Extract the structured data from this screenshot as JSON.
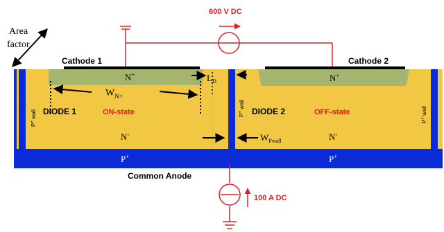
{
  "labels": {
    "area_factor_line1": "Area",
    "area_factor_line2": "factor",
    "voltage_source": "600 V DC",
    "current_source": "100 A DC",
    "cathode1": "Cathode 1",
    "cathode2": "Cathode 2",
    "n_plus_left": "N",
    "n_plus_left_sup": "+",
    "n_plus_right": "N",
    "n_plus_right_sup": "+",
    "ld_main": "L",
    "ld_sub": "D",
    "wn_main": "W",
    "wn_sub": "N+",
    "diode1": "DIODE 1",
    "diode1_state": "ON-state",
    "diode2": "DIODE 2",
    "diode2_state": "OFF-state",
    "pwall_main": "P",
    "pwall_sup": "+",
    "pwall_word": " wall",
    "n_minus_left": "N",
    "n_minus_left_sup": "-",
    "n_minus_right": "N",
    "n_minus_right_sup": "-",
    "wpwall_main": "W",
    "wpwall_sub": "Pwall",
    "p_plus_left": "P",
    "p_plus_left_sup": "+",
    "p_plus_right": "P",
    "p_plus_right_sup": "+",
    "common_anode": "Common Anode"
  },
  "colors": {
    "n_drift": "#f2c744",
    "n_plus": "#a6b56d",
    "p_wall": "#0a2bd6",
    "p_substrate": "#0a2bd6",
    "metal": "#000000",
    "circuit": "#e02020",
    "text": "#000000",
    "state_text": "#e02020"
  }
}
